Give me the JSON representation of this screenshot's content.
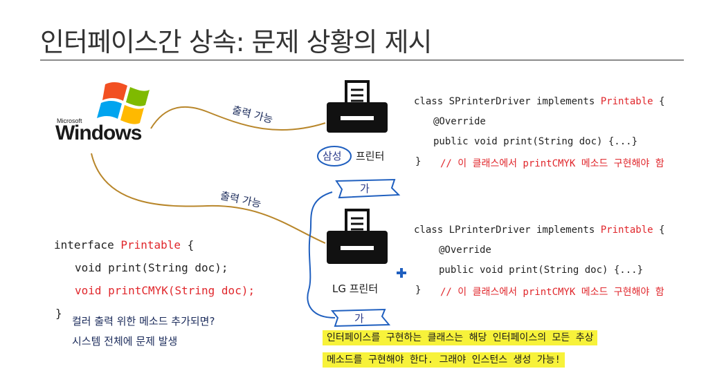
{
  "title": "인터페이스간 상속: 문제 상황의 제시",
  "windows_logo": {
    "brand_small": "Microsoft",
    "brand": "Windows",
    "icon": "windows-flag-icon"
  },
  "connectors": {
    "label_top": "출력 가능",
    "label_bottom": "출력 가능"
  },
  "printers": [
    {
      "label": "프린터",
      "vendor": "삼성",
      "icon": "printer-icon"
    },
    {
      "label": "LG 프린터",
      "icon": "printer-icon"
    }
  ],
  "annotations": {
    "ga_top": "가",
    "ga_bottom": "가",
    "plus": "+"
  },
  "code_samsung": {
    "line1_prefix": "class SPrinterDriver implements ",
    "line1_iface": "Printable",
    "line1_suffix": " {",
    "line2": "@Override",
    "line3": "public void print(String doc) {...}",
    "line4_brace": "}",
    "line4_comment": "// 이 클래스에서 printCMYK 메소드 구현해야 함"
  },
  "code_lg": {
    "line1_prefix": "class LPrinterDriver implements ",
    "line1_iface": "Printable",
    "line1_suffix": " {",
    "line2": "@Override",
    "line3": "public void print(String doc) {...}",
    "line4_brace": "}",
    "line4_comment": "// 이 클래스에서 printCMYK 메소드 구현해야 함"
  },
  "interface_code": {
    "line1_prefix": "interface ",
    "line1_name": "Printable",
    "line1_suffix": " {",
    "line2": "void print(String doc);",
    "line3": "void printCMYK(String doc);",
    "line4_brace": "}"
  },
  "problem_note": {
    "line1": "컬러 출력 위한 메소드 추가되면?",
    "line2": "시스템 전체에 문제 발생"
  },
  "highlight_note": {
    "line1": "인터페이스를 구현하는 클래스는 해당 인터페이스의 모든 추상",
    "line2": "메소드를 구현해야 한다. 그래야 인스턴스 생성 가능!"
  },
  "colors": {
    "accent_red": "#e0262b",
    "highlight": "#f7f23a",
    "pen_blue": "#1f5fbf",
    "wire": "#b8862a"
  }
}
